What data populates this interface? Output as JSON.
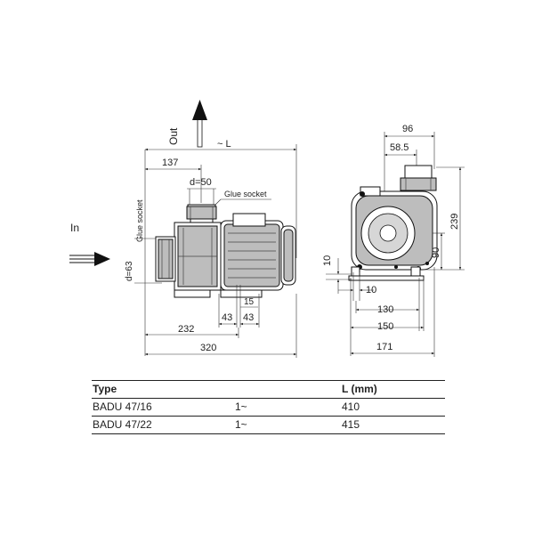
{
  "labels": {
    "out": "Out",
    "in": "In",
    "length": "~ L",
    "d50": "d=50",
    "glue_socket_h": "Glue socket",
    "glue_socket_v": "Glue socket",
    "d63": "d=63"
  },
  "dims_side": {
    "d137": "137",
    "d15": "15",
    "d43a": "43",
    "d43b": "43",
    "d232": "232",
    "d320": "320"
  },
  "dims_front": {
    "d96": "96",
    "d58_5": "58.5",
    "d239": "239",
    "d90": "90",
    "d10v": "10",
    "d10h": "10",
    "d130": "130",
    "d150": "150",
    "d171": "171"
  },
  "table": {
    "headers": [
      "Type",
      "",
      "L (mm)"
    ],
    "rows": [
      {
        "type": "BADU 47/16",
        "phase": "1~",
        "length": "410"
      },
      {
        "type": "BADU 47/22",
        "phase": "1~",
        "length": "415"
      }
    ]
  },
  "colors": {
    "line": "#222222",
    "housing": "#bdbdbd",
    "background": "#ffffff"
  }
}
